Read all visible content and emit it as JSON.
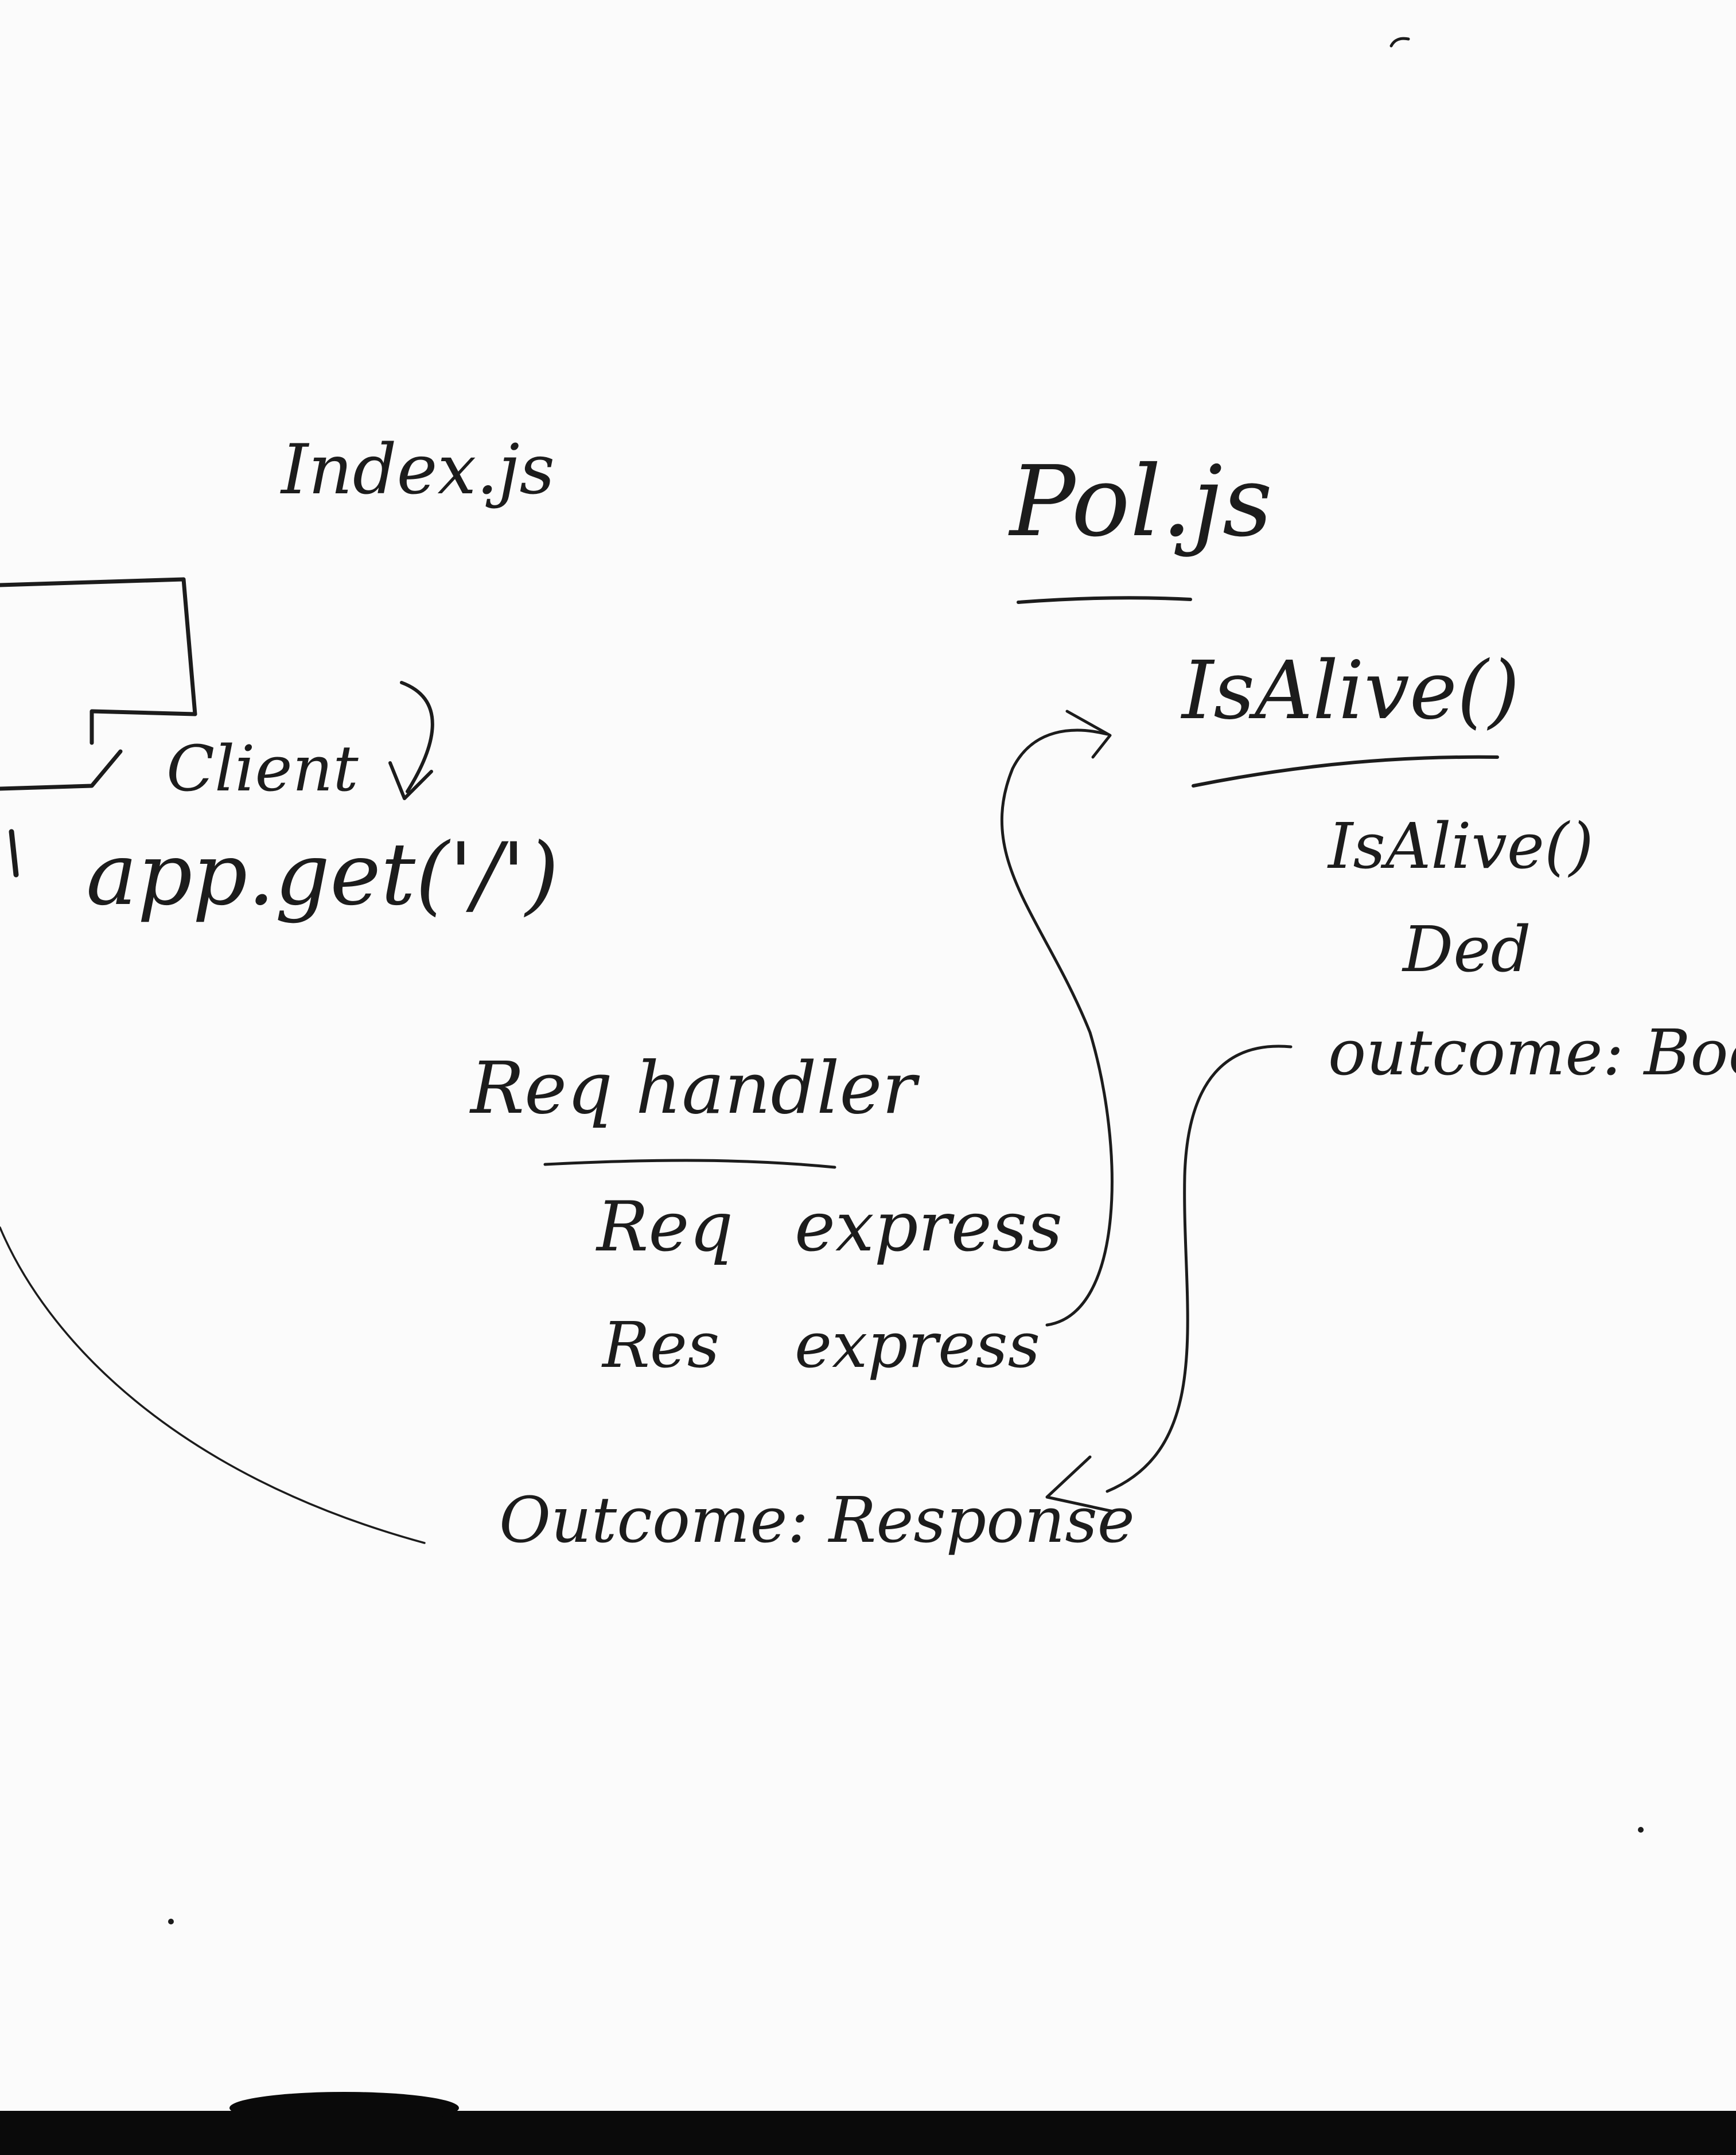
{
  "labels": {
    "index_js": "Index.js",
    "client": "Client",
    "app_get": "app.get('/')",
    "req_handler": "Req handler",
    "req": "Req",
    "res": "Res",
    "express_1": "express",
    "express_2": "express",
    "outcome_response": "Outcome: Response",
    "pol_js": "Pol.js",
    "is_alive_heading": "IsAlive()",
    "is_alive_sub": "IsAlive()",
    "ded": "Ded",
    "outcome_boole": "outcome: Boole"
  },
  "colors": {
    "ink": "#1c1c1c",
    "board": "#fbfbfb",
    "frame": "#0a0a0a"
  }
}
